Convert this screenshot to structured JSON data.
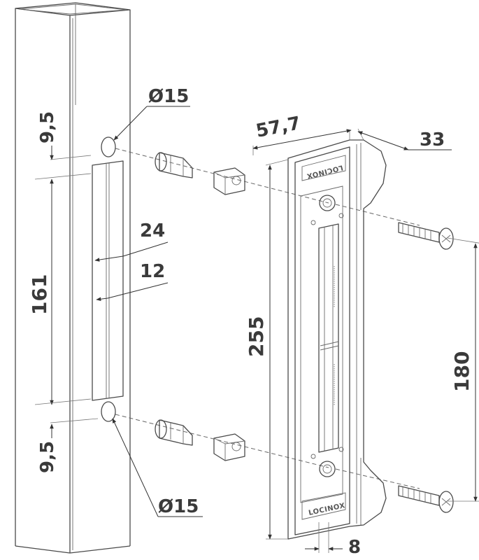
{
  "dimensions": {
    "hole_top_diameter": "Ø15",
    "hole_bottom_diameter": "Ø15",
    "top_offset": "9,5",
    "bottom_offset": "9,5",
    "slot_height": "161",
    "slot_width": "24",
    "inner_slot_width": "12",
    "keep_width": "57,7",
    "keep_depth": "33",
    "keep_height": "255",
    "screw_spacing": "180",
    "bottom_offset_keep": "8"
  },
  "labels": {
    "brand_top": "LOCINOX",
    "brand_bottom": "LOCINOX"
  }
}
